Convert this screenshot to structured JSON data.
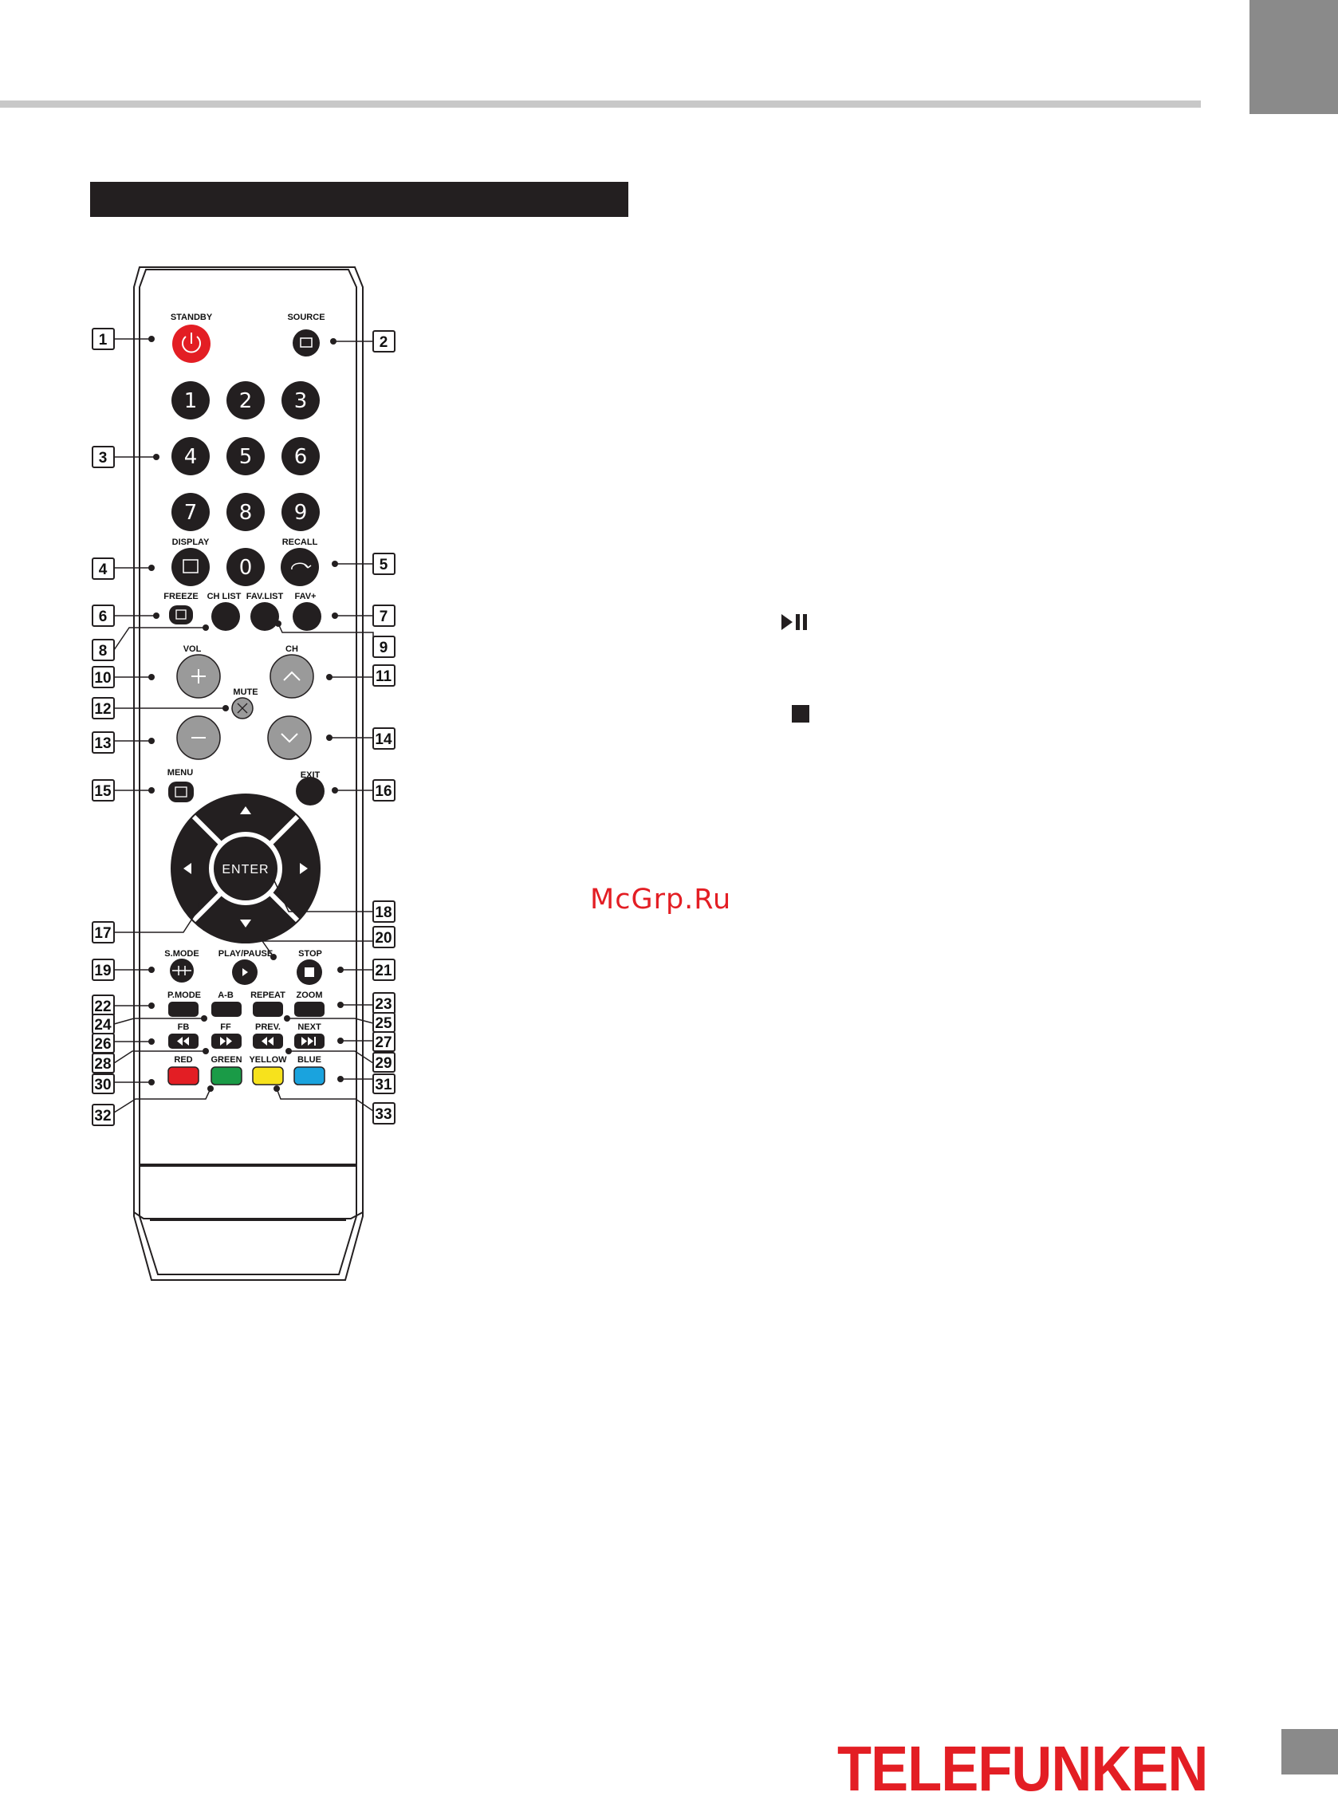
{
  "watermark": "McGrp.Ru",
  "brand": "TELEFUNKEN",
  "colors": {
    "accent": "#e31e24",
    "dark": "#231f20",
    "gray": "#8a8a8a",
    "green": "#1a9b47",
    "yellow": "#f7e21c",
    "blue": "#1aa3de",
    "red": "#e31e24"
  },
  "remote": {
    "standby": "STANDBY",
    "source": "SOURCE",
    "digits": [
      "1",
      "2",
      "3",
      "4",
      "5",
      "6",
      "7",
      "8",
      "9",
      "0"
    ],
    "display": "DISPLAY",
    "recall": "RECALL",
    "freeze": "FREEZE",
    "ch_list": "CH LIST",
    "fav_list": "FAV.LIST",
    "fav_plus": "FAV+",
    "vol": "VOL",
    "ch": "CH",
    "mute": "MUTE",
    "menu": "MENU",
    "exit": "EXIT",
    "enter": "ENTER",
    "s_mode": "S.MODE",
    "play_pause": "PLAY/PAUSE",
    "stop": "STOP",
    "p_mode": "P.MODE",
    "a_b": "A-B",
    "repeat": "REPEAT",
    "zoom": "ZOOM",
    "fb": "FB",
    "ff": "FF",
    "prev": "PREV.",
    "next": "NEXT",
    "red": "RED",
    "green": "GREEN",
    "yellow": "YELLOW",
    "blue": "BLUE"
  },
  "callouts": [
    "1",
    "2",
    "3",
    "4",
    "5",
    "6",
    "7",
    "8",
    "9",
    "10",
    "11",
    "12",
    "13",
    "14",
    "15",
    "16",
    "17",
    "18",
    "19",
    "20",
    "21",
    "22",
    "23",
    "24",
    "25",
    "26",
    "27",
    "28",
    "29",
    "30",
    "31",
    "32",
    "33"
  ],
  "icons": {
    "play_pause": "play-pause-icon",
    "stop": "stop-icon"
  }
}
